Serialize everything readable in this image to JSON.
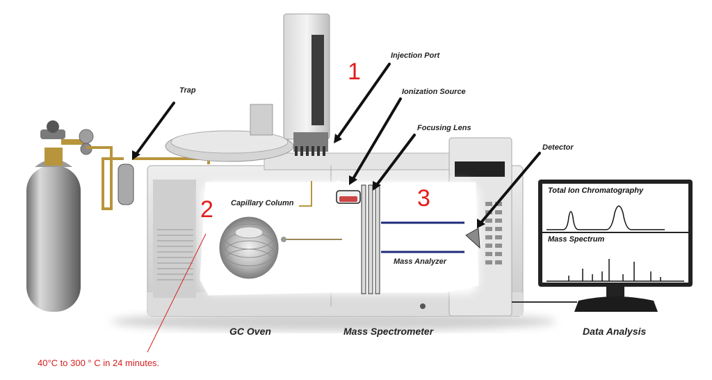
{
  "labels": {
    "trap": "Trap",
    "injection_port": "Injection Port",
    "ionization_source": "Ionization Source",
    "focusing_lens": "Focusing Lens",
    "detector": "Detector",
    "capillary_column": "Capillary Column",
    "mass_analyzer": "Mass Analyzer",
    "gc_oven": "GC Oven",
    "mass_spectrometer": "Mass Spectrometer",
    "data_analysis": "Data Analysis"
  },
  "screen": {
    "panel_top": "Total Ion Chromatography",
    "panel_bottom": "Mass Spectrum"
  },
  "markers": {
    "one": "1",
    "two": "2",
    "three": "3"
  },
  "note": "40°C to 300 ° C in 24 minutes.",
  "colors": {
    "marker": "#e31d1d",
    "note": "#d42020",
    "analyzer_rod": "#1f2a7a"
  }
}
